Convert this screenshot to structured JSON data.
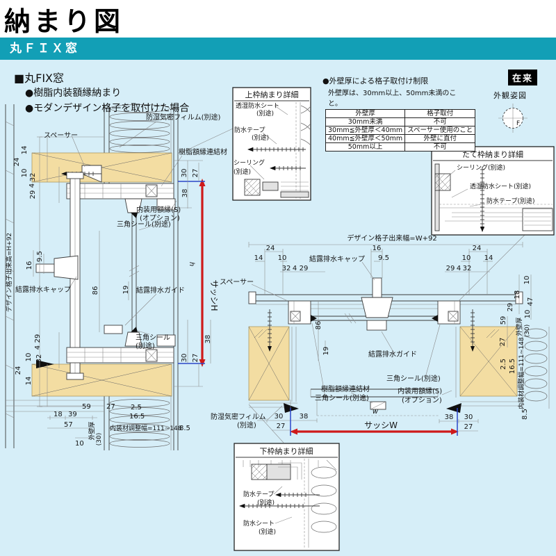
{
  "page": {
    "title": "納まり図",
    "category": "丸ＦＩＸ窓",
    "badge": "在来",
    "appearance_title": "外観姿図",
    "appearance_mark": "F"
  },
  "intro": {
    "heading": "■丸FIX窓",
    "bullet1": "●樹脂内装額縁納まり",
    "bullet2": "●モダンデザイン格子を取付けた場合"
  },
  "restriction": {
    "title": "●外壁厚による格子取付け制限",
    "note": "外壁厚は、30mm以上、50mm未満のこと。",
    "headers": [
      "外壁厚",
      "格子取付"
    ],
    "rows": [
      [
        "30mm未満",
        "不可"
      ],
      [
        "30mm≦外壁厚＜40mm",
        "スペーサー使用のこと"
      ],
      [
        "40mm≦外壁厚＜50mm",
        "外壁に直付"
      ],
      [
        "50mm以上",
        "不可"
      ]
    ]
  },
  "details": {
    "top": {
      "title": "上枠納まり詳細",
      "sheet": "透湿防水シート",
      "tape": "防水テープ",
      "seal": "シーリング"
    },
    "side": {
      "title": "たて枠納まり詳細",
      "seal": "シーリング(別途)",
      "sheet": "透湿防水シート(別途)",
      "tape": "防水テープ(別途)"
    },
    "bottom": {
      "title": "下枠納まり詳細",
      "tape": "防水テープ",
      "sheet": "防水シート"
    }
  },
  "labels": {
    "betsu": "(別途)",
    "axis_h": "デザイン格子出来高=H+92",
    "axis_w": "デザイン格子出来幅=W+92",
    "spacer": "スペーサー",
    "film": "防湿気密フィルム(別途)",
    "film_1": "防湿気密フィルム",
    "film_2": "(別途)",
    "connector": "樹脂額縁連結材",
    "inner_frame": "内装用額縁(S)",
    "inner_frame_opt": "(オプション)",
    "triangle_seal": "三角シール(別途)",
    "triangle_seal_1": "三角シール",
    "cap": "結露排水キャップ",
    "guide": "結露排水ガイド",
    "sash_h": "サッシH",
    "sash_w": "サッシW",
    "h": "h",
    "w": "w"
  },
  "dims": {
    "n2_5": "2.5",
    "n4": "4",
    "n8_5": "8.5",
    "n9_5": "9.5",
    "n10": "10",
    "n14": "14",
    "n16": "16",
    "n16_5": "16.5",
    "n18": "18",
    "n19": "19",
    "n24": "24",
    "n27": "27",
    "n29": "29",
    "n30": "30",
    "n32": "32",
    "n38": "38",
    "n39": "39",
    "n47": "47",
    "n57": "57",
    "n59": "59",
    "n86": "86",
    "wall": "外壁厚",
    "wall_v": "(30)",
    "adjust": "内装材調整幅=111~148"
  }
}
